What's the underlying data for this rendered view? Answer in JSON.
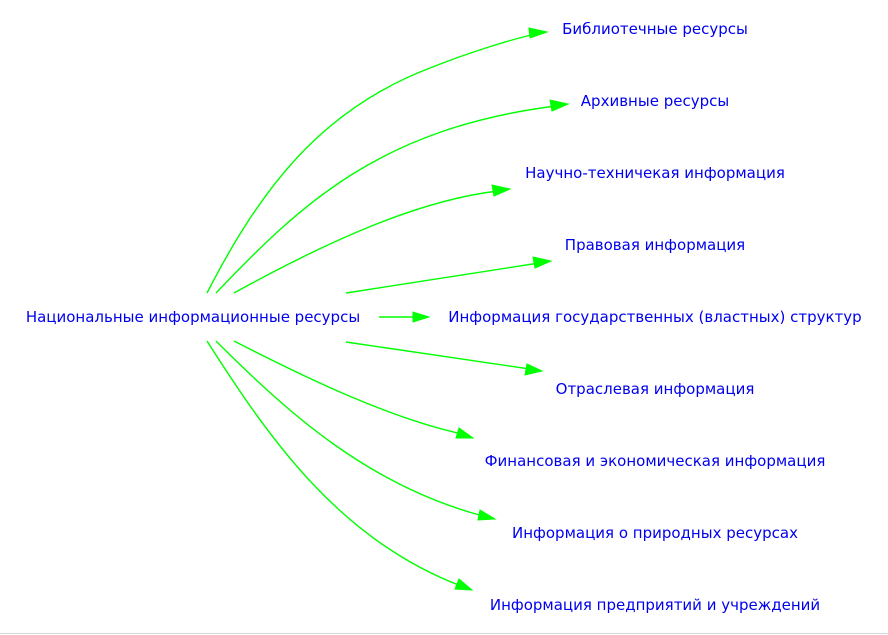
{
  "colors": {
    "text": "#0000ee",
    "edge": "#00ff00",
    "background": "#ffffff"
  },
  "root": {
    "label": "Национальные информационные ресурсы"
  },
  "children": [
    {
      "id": "library",
      "label": "Библиотечные ресурсы"
    },
    {
      "id": "archive",
      "label": "Архивные ресурсы"
    },
    {
      "id": "scitech",
      "label": "Научно-техничекая информация"
    },
    {
      "id": "legal",
      "label": "Правовая информация"
    },
    {
      "id": "government",
      "label": "Информация государственных (властных) структур"
    },
    {
      "id": "industry",
      "label": "Отраслевая информация"
    },
    {
      "id": "finance",
      "label": "Финансовая и экономическая информация"
    },
    {
      "id": "nature",
      "label": "Информация о природных ресурсах"
    },
    {
      "id": "enterprise",
      "label": "Информация предприятий и учреждений"
    }
  ]
}
